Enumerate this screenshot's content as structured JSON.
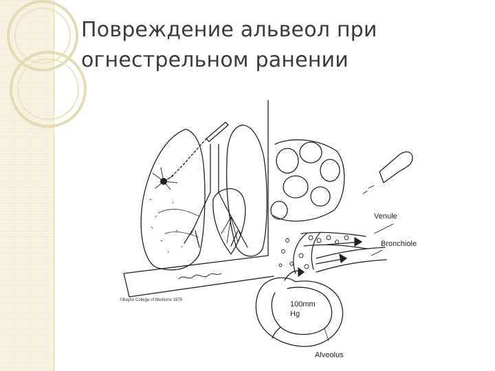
{
  "slide": {
    "title_line1": "Повреждение альвеол при",
    "title_line2": "огнестрельном ранении"
  },
  "figure": {
    "labels": {
      "venule": "Venule",
      "bronchiole": "Bronchiole",
      "pressure_value": "100mm",
      "pressure_unit": "Hg",
      "alveolus": "Alveolus"
    },
    "credit": "©Baylor College of Medicine 1979"
  },
  "colors": {
    "strip": "#f2ecd2",
    "deco_lines": "#e4dab3",
    "title_text": "#3b3b3b",
    "ink": "#222222"
  }
}
